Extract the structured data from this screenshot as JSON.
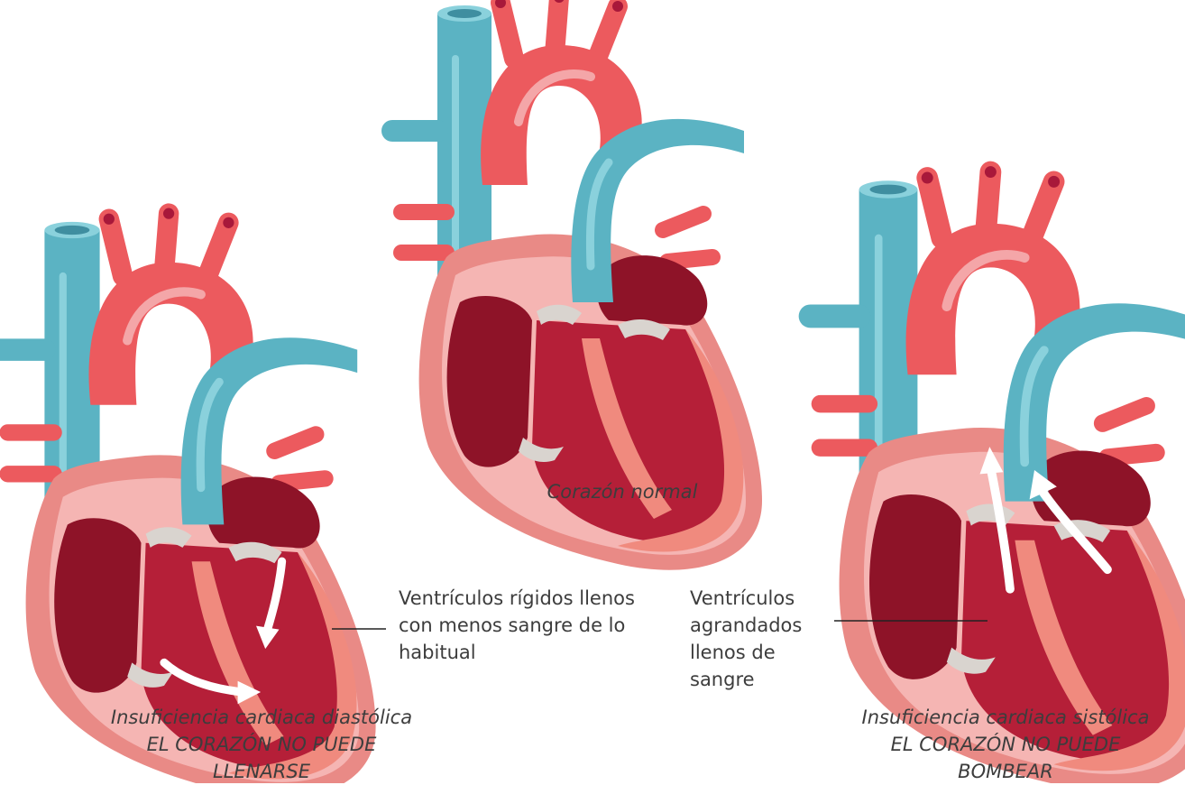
{
  "captions": {
    "normal": "Corazón normal",
    "diastolic": {
      "line1": "Insuficiencia cardiaca diastólica",
      "line2": "EL CORAZÓN NO PUEDE",
      "line3": "LLENARSE"
    },
    "systolic": {
      "line1": "Insuficiencia cardiaca sistólica",
      "line2": "EL CORAZÓN NO PUEDE",
      "line3": "BOMBEAR"
    }
  },
  "annotations": {
    "stiff": {
      "line1": "Ventrículos rígidos llenos",
      "line2": "con menos sangre de lo",
      "line3": "habitual"
    },
    "enlarged": {
      "line1": "Ventrículos",
      "line2": "agrandados",
      "line3": "llenos de",
      "line4": "sangre"
    }
  },
  "colors": {
    "vein_blue": "#5bb3c3",
    "artery_red": "#ec5a5e",
    "muscle_pink": "#f08a7e",
    "chamber_red": "#b51f38",
    "atrium_dark": "#8e1328",
    "valve_gray": "#d9d4cf"
  },
  "icons": [
    "flow-arrow-icon"
  ]
}
